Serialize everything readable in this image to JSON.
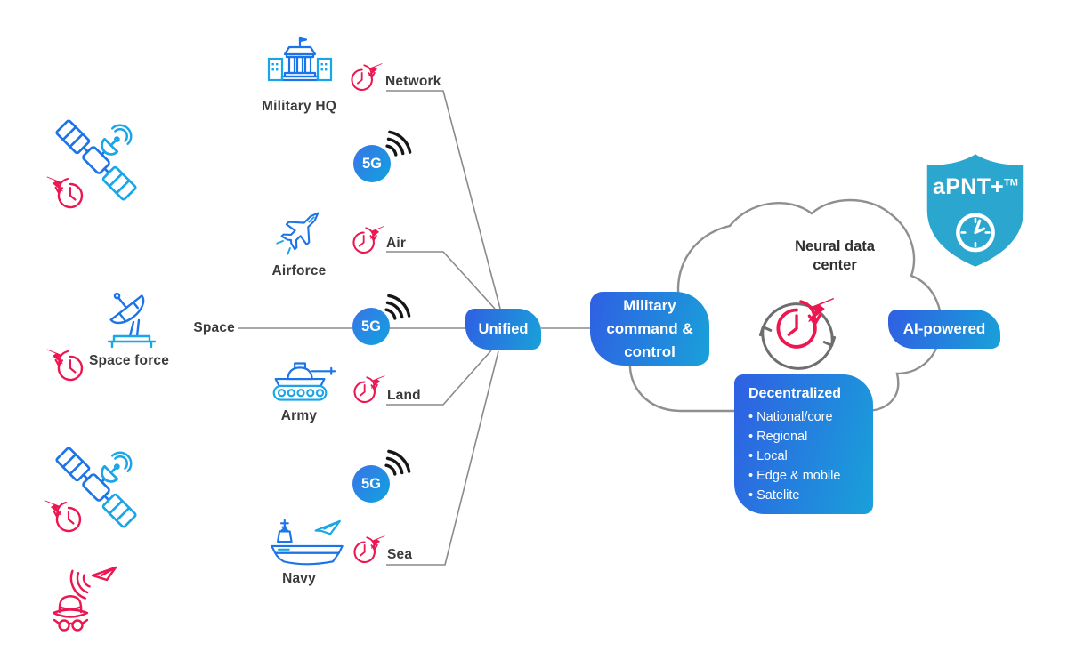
{
  "nodes": {
    "military_hq": {
      "label": "Military HQ"
    },
    "airforce": {
      "label": "Airforce"
    },
    "army": {
      "label": "Army"
    },
    "navy": {
      "label": "Navy"
    },
    "space_force": {
      "label": "Space force"
    },
    "unified": {
      "label": "Unified"
    },
    "command": {
      "label": "Military command & control"
    },
    "neural": {
      "label": "Neural data center"
    },
    "ai": {
      "label": "AI-powered"
    },
    "decentralized": {
      "title": "Decentralized",
      "items": [
        "National/core",
        "Regional",
        "Local",
        "Edge & mobile",
        "Satelite"
      ]
    },
    "badge": {
      "label": "aPNT+",
      "tm": "TM"
    }
  },
  "domains": {
    "space": "Space",
    "network": "Network",
    "air": "Air",
    "land": "Land",
    "sea": "Sea"
  },
  "fiveg_label": "5G",
  "icons": {
    "satellite": "satellite-icon",
    "jamming": "jamming-clock-icon",
    "dish": "dish-antenna-icon",
    "building": "hq-building-icon",
    "jet": "fighter-jet-icon",
    "tank": "tank-icon",
    "carrier": "aircraft-carrier-icon",
    "spy": "spy-spoofer-icon",
    "waves": "5g-waves-icon",
    "sync": "sync-arrows-icon",
    "shield": "shield-clock-icon",
    "cloud": "cloud-shape"
  },
  "colors": {
    "gradient_start": "#2F5FE3",
    "gradient_end": "#19A1D9",
    "red": "#EC1650",
    "icon_blue": "#1B74E8",
    "icon_cyan": "#18A6E8",
    "line_gray": "#8A8A8A",
    "text_dark": "#3B3B3B",
    "shield_teal": "#2AA6CF",
    "wave_black": "#161616"
  }
}
